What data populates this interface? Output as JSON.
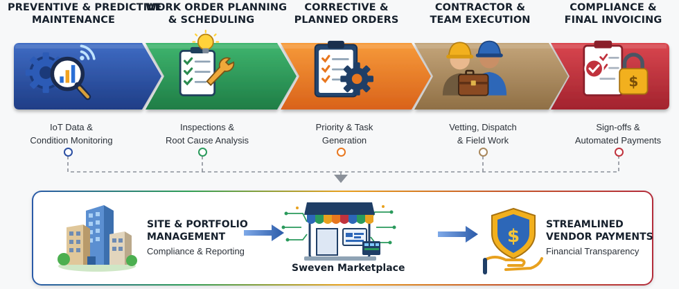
{
  "stages": [
    {
      "title_line1": "PREVENTIVE & PREDICTIVE",
      "title_line2": "MAINTENANCE",
      "desc_line1": "IoT Data &",
      "desc_line2": "Condition Monitoring",
      "color": "#2b4fa3",
      "icon": "analytics-magnifier-gear-icon"
    },
    {
      "title_line1": "WORK ORDER PLANNING",
      "title_line2": "& SCHEDULING",
      "desc_line1": "Inspections &",
      "desc_line2": "Root Cause Analysis",
      "color": "#2a9a5c",
      "icon": "checklist-lightbulb-wrench-icon"
    },
    {
      "title_line1": "CORRECTIVE &",
      "title_line2": "PLANNED ORDERS",
      "desc_line1": "Priority & Task",
      "desc_line2": "Generation",
      "color": "#e8771f",
      "icon": "clipboard-gear-icon"
    },
    {
      "title_line1": "CONTRACTOR &",
      "title_line2": "TEAM EXECUTION",
      "desc_line1": "Vetting, Dispatch",
      "desc_line2": "& Field Work",
      "color": "#a8875c",
      "icon": "workers-briefcase-icon"
    },
    {
      "title_line1": "COMPLIANCE &",
      "title_line2": "FINAL INVOICING",
      "desc_line1": "Sign-offs &",
      "desc_line2": "Automated Payments",
      "color": "#c0323d",
      "icon": "invoice-lock-icon"
    }
  ],
  "bottom": {
    "site": {
      "title_line1": "SITE & PORTFOLIO",
      "title_line2": "MANAGEMENT",
      "subtitle": "Compliance & Reporting",
      "icon": "buildings-icon"
    },
    "marketplace": {
      "label": "Sweven Marketplace",
      "icon": "storefront-icon"
    },
    "payments": {
      "title_line1": "STREAMLINED",
      "title_line2": "VENDOR PAYMENTS",
      "subtitle": "Financial Transparency",
      "icon": "shield-dollar-hand-icon"
    }
  }
}
